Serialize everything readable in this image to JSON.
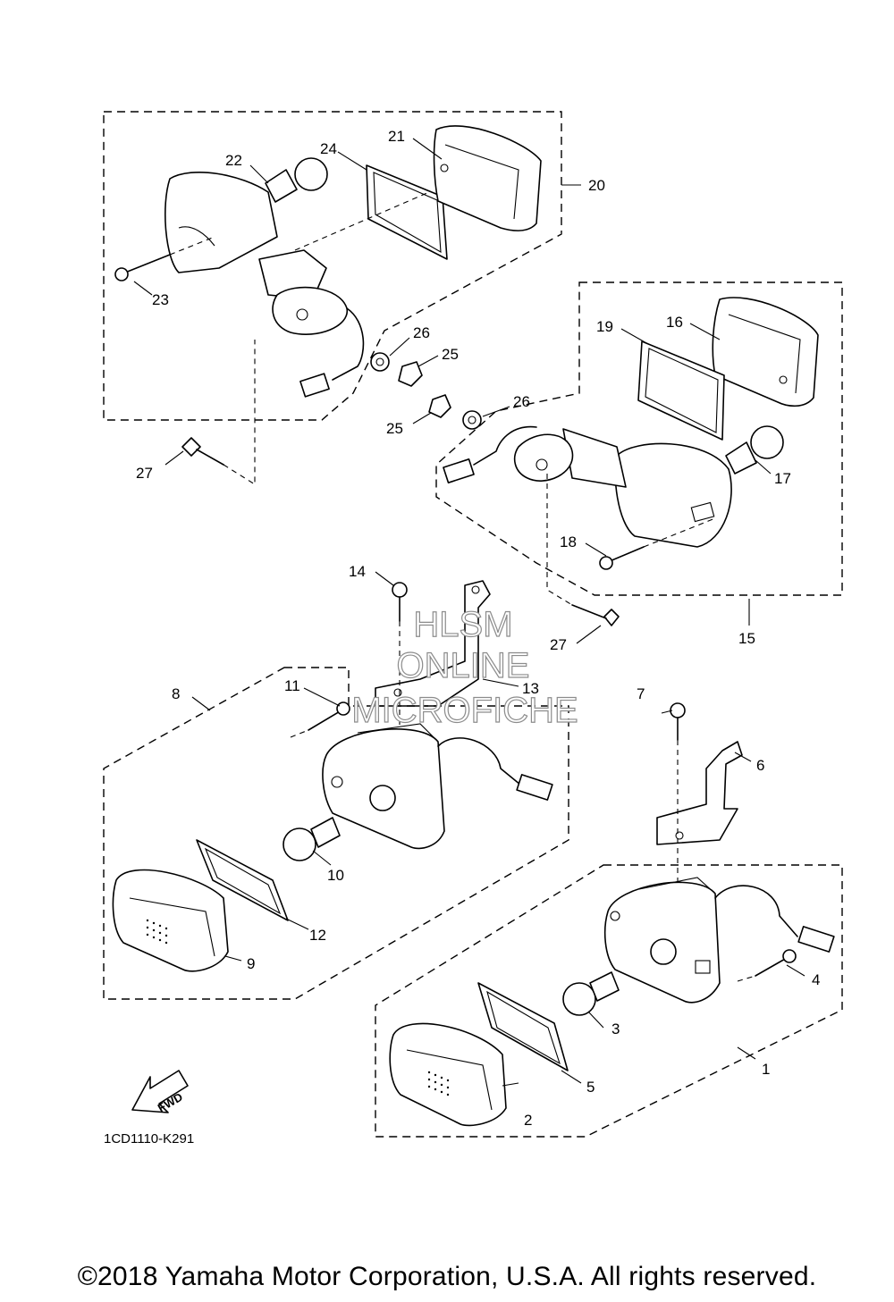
{
  "diagram": {
    "callouts": [
      "1",
      "2",
      "3",
      "4",
      "5",
      "6",
      "7",
      "8",
      "9",
      "10",
      "11",
      "12",
      "13",
      "14",
      "15",
      "16",
      "17",
      "18",
      "19",
      "20",
      "21",
      "22",
      "23",
      "24",
      "25",
      "25",
      "26",
      "26",
      "27",
      "27"
    ],
    "fwd_label": "FWD",
    "diagram_code": "1CD1110-K291",
    "watermark": [
      "HLSM",
      "ONLINE",
      "MICROFICHE"
    ],
    "copyright": "©2018 Yamaha Motor Corporation, U.S.A. All rights reserved."
  }
}
